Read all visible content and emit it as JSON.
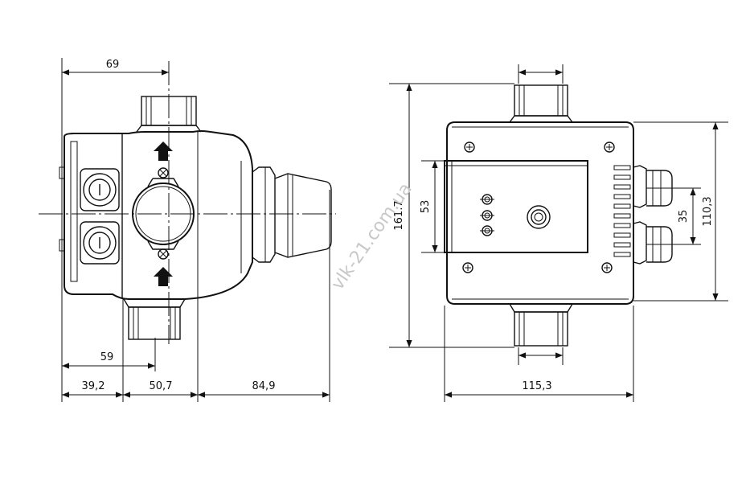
{
  "dimensions": {
    "side_view": {
      "top_width": "69",
      "lower_width": "59",
      "segment_left": "39,2",
      "segment_middle": "50,7",
      "segment_right": "84,9"
    },
    "front_view": {
      "height_total": "161.7",
      "height_panel": "53",
      "height_right": "110,3",
      "gland_spacing": "35",
      "width_total": "115,3"
    }
  },
  "watermark": "vlk-21.com.ua",
  "colors": {
    "line": "#111111",
    "watermark": "#c8c8c8",
    "background": "#ffffff"
  }
}
